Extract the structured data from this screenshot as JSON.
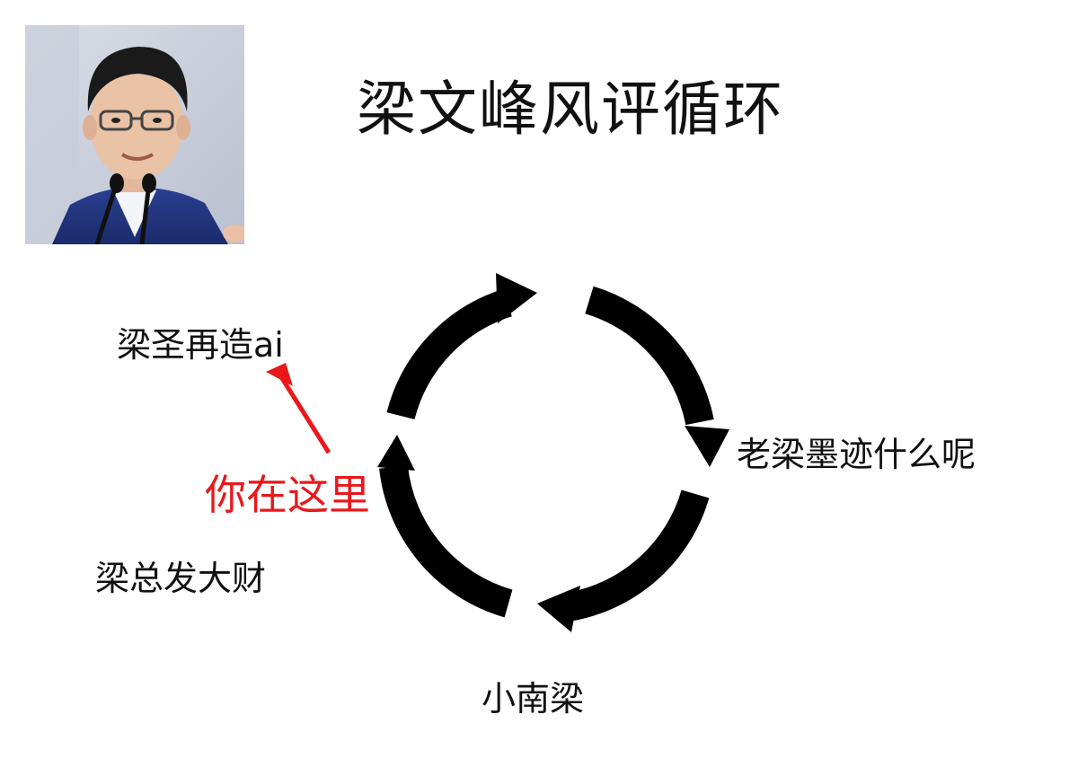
{
  "title": "梁文峰风评循环",
  "cycle": {
    "labels": {
      "top_left": "梁圣再造ai",
      "right": "老梁墨迹什么呢",
      "bottom": "小南梁",
      "bottom_left": "梁总发大财"
    }
  },
  "marker": {
    "label": "你在这里",
    "color": "#e8181b"
  },
  "icons": {
    "arrow": "clockwise-arc-arrow",
    "pointer": "red-pointer-arrow",
    "photo": "person-photo"
  }
}
